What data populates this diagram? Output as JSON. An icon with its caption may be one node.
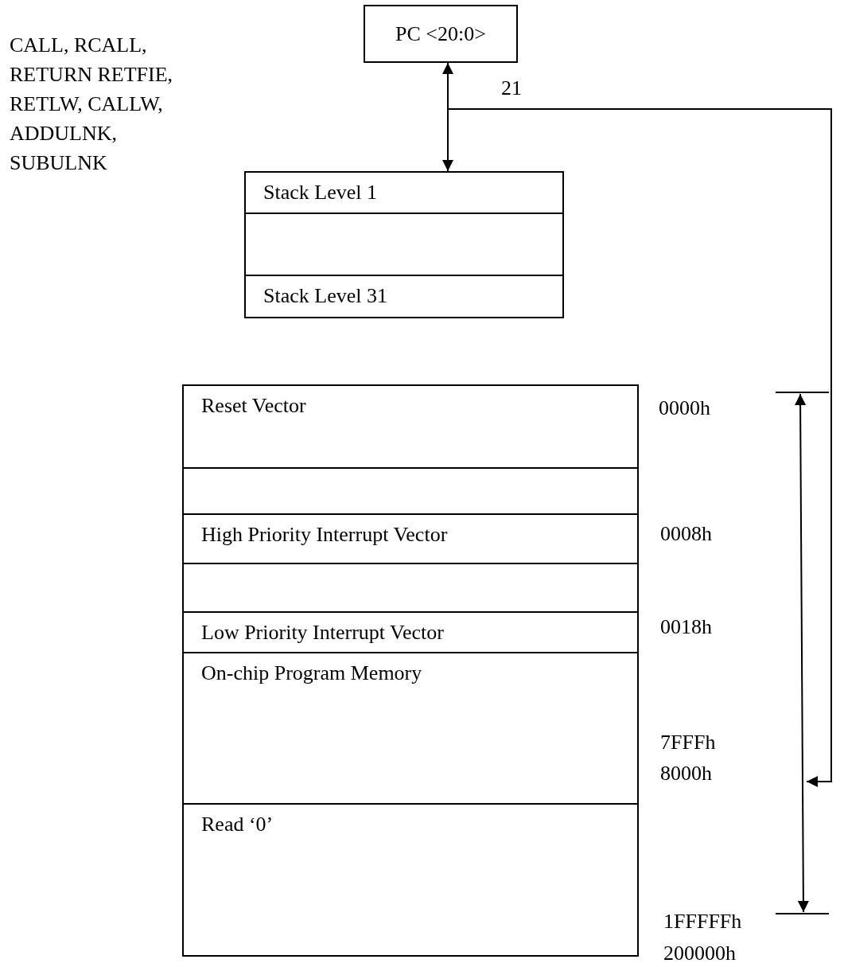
{
  "diagram": {
    "nodes": [
      {
        "text": [
          "PC <20:0>"
        ]
      },
      {
        "text": [],
        "shape": "box"
      },
      {
        "text": [
          "Stack Level 1"
        ],
        "in": 1
      },
      {
        "text": [],
        "shape": "box",
        "in": 1
      },
      {
        "text": [
          "Stack Level 31"
        ],
        "in": 1
      },
      {
        "text": [],
        "shape": "box"
      },
      {
        "text": [
          "Reset Vector"
        ],
        "in": 5
      },
      {
        "text": [],
        "shape": "box",
        "in": 5
      },
      {
        "text": [
          "High Priority Interrupt Vector"
        ],
        "in": 5
      },
      {
        "text": [],
        "shape": "box",
        "in": 5
      },
      {
        "text": [
          "Low Priority Interrupt Vector"
        ],
        "in": 5
      },
      {
        "text": [
          "On-chip Program Memory"
        ],
        "in": 5
      },
      {
        "text": [
          "Read ‘0’"
        ],
        "in": 5
      }
    ],
    "edges": [
      {
        "from": 0,
        "to": 1,
        "arrow": "both"
      },
      {
        "from": 0,
        "to": null,
        "arrow": "to"
      }
    ],
    "labels": [
      "CALL, RCALL, RETURN RETFIE, RETLW, CALLW, ADDULNK, SUBULNK",
      "21",
      "0000h",
      "0008h",
      "0018h",
      "7FFFh",
      "8000h",
      "1FFFFFh",
      "200000h"
    ]
  }
}
